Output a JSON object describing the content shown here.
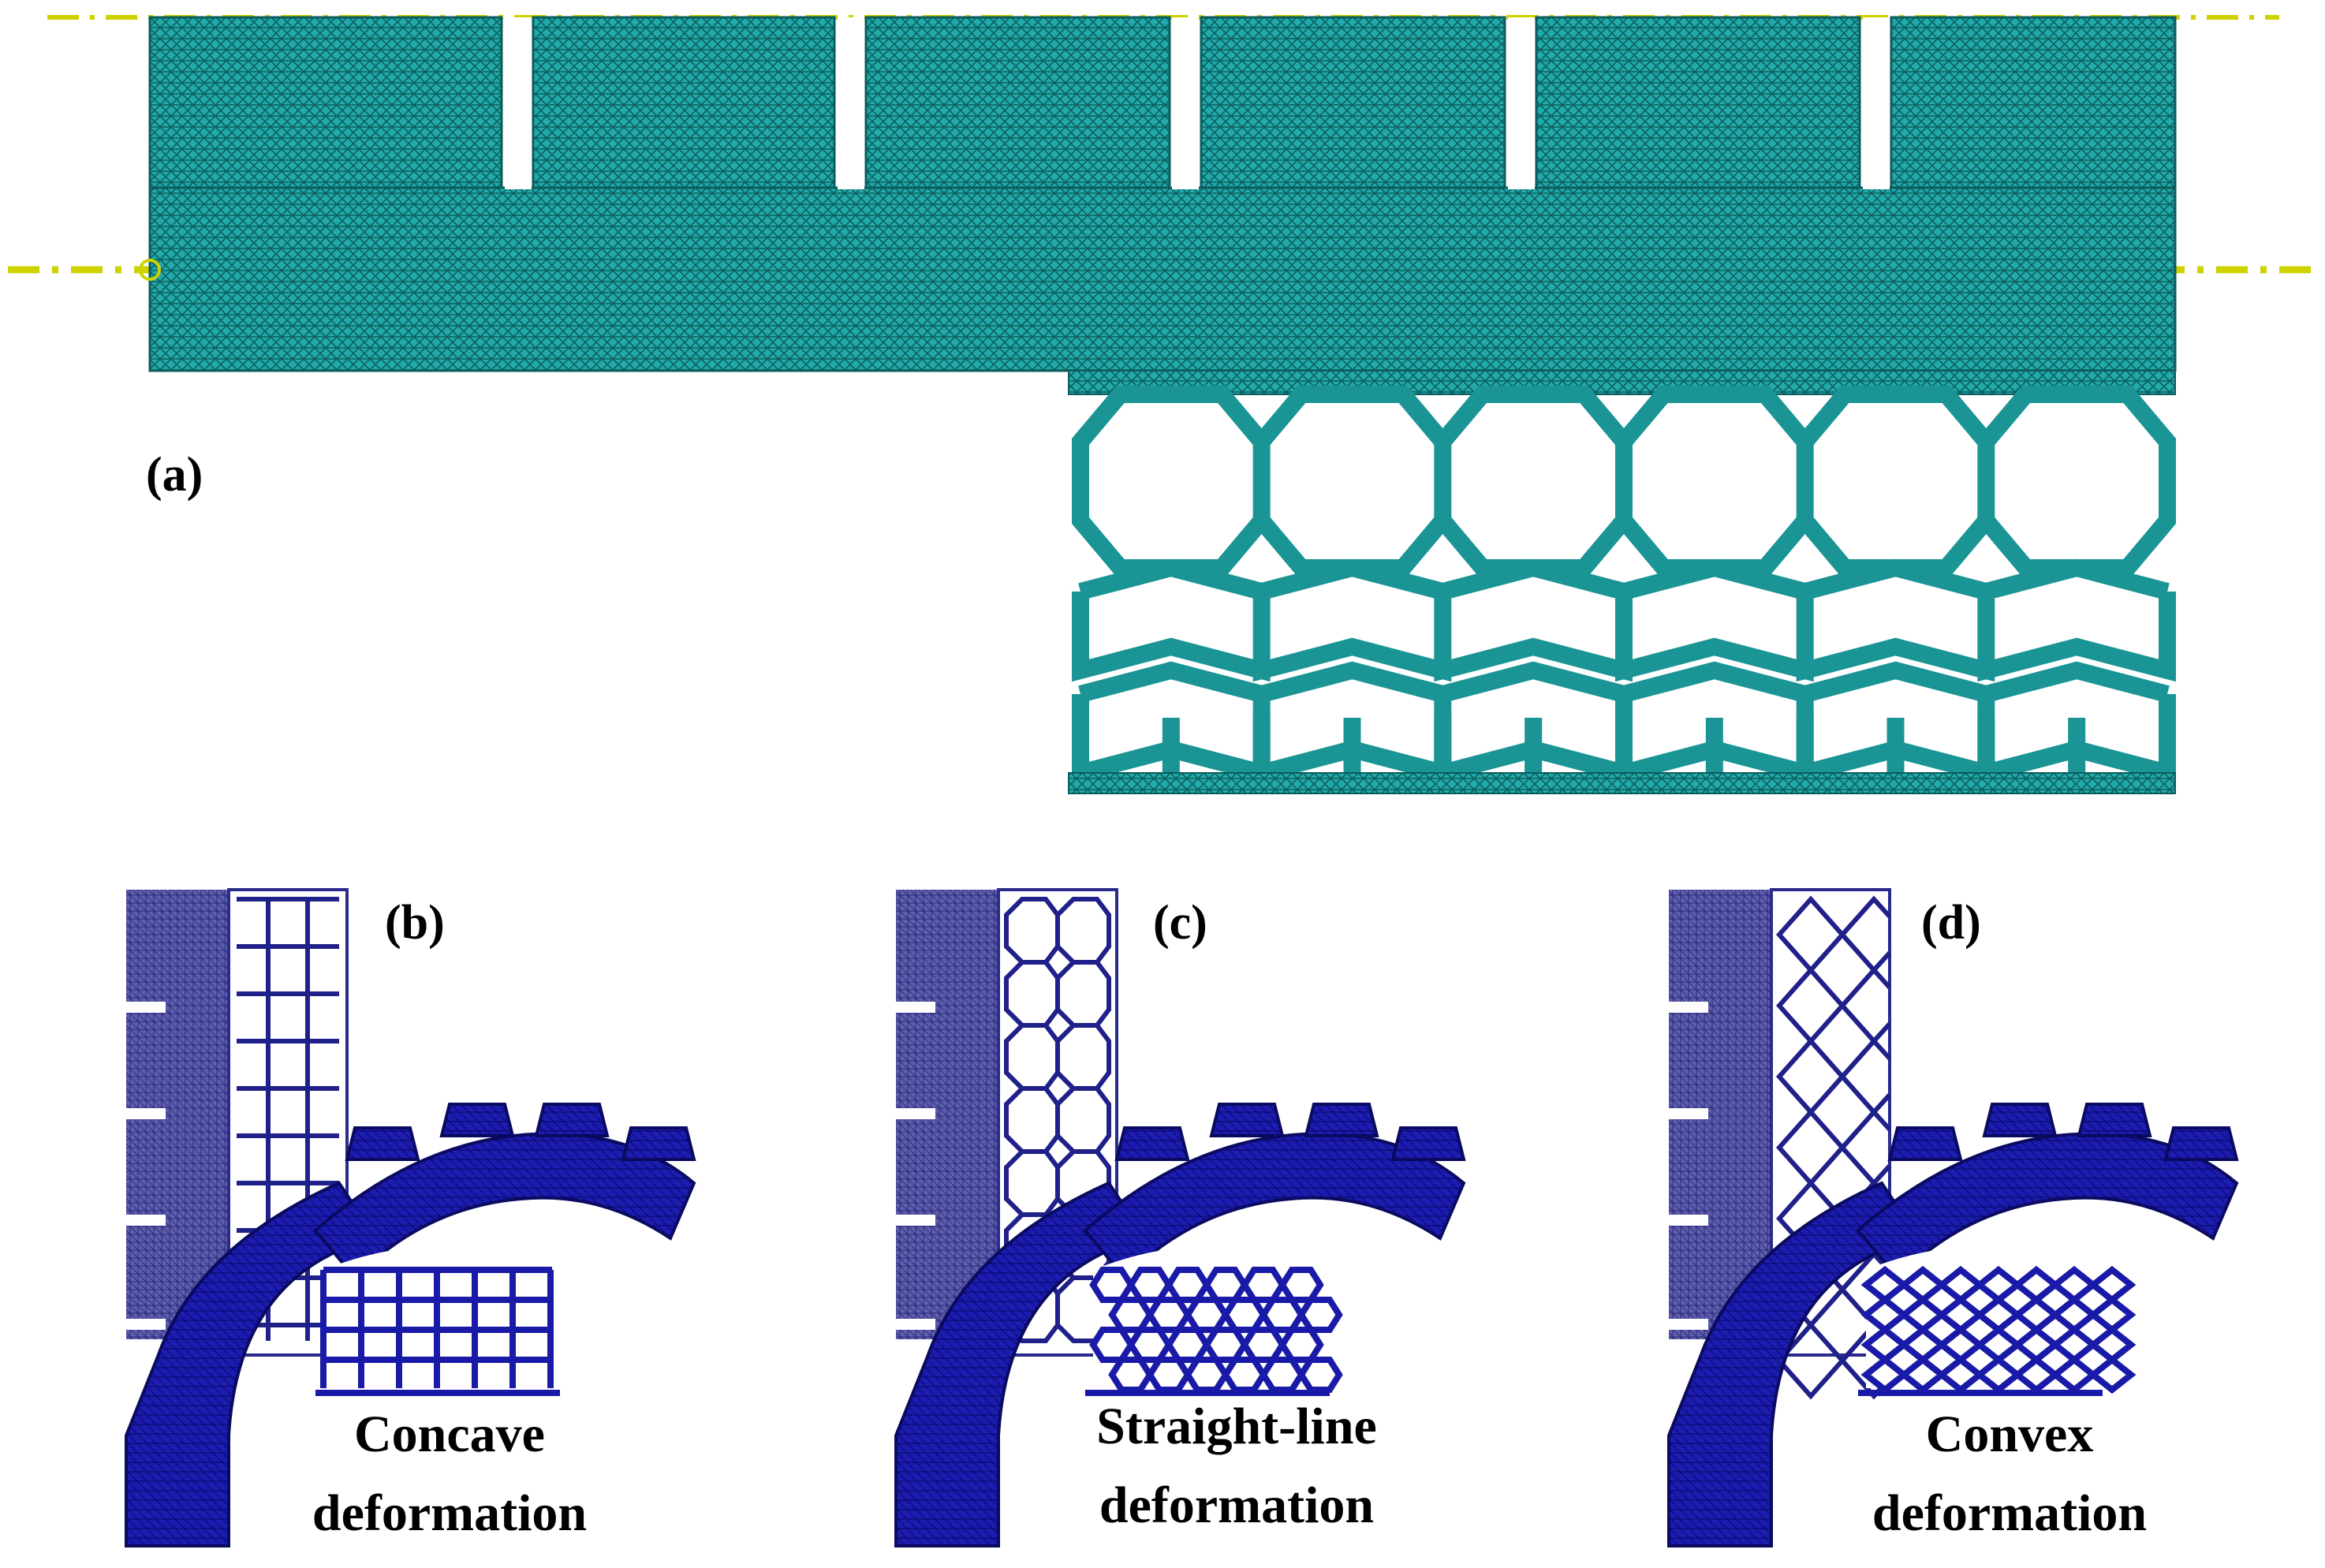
{
  "panels": {
    "a": {
      "label": "(a)"
    },
    "b": {
      "label": "(b)",
      "caption_line1": "Concave",
      "caption_line2": "deformation",
      "cell_pattern": "concave-brick"
    },
    "c": {
      "label": "(c)",
      "caption_line1": "Straight-line",
      "caption_line2": "deformation",
      "cell_pattern": "hexagon"
    },
    "d": {
      "label": "(d)",
      "caption_line1": "Convex",
      "caption_line2": "deformation",
      "cell_pattern": "diamond"
    }
  },
  "colors": {
    "mesh_cyan": "#21a8a8",
    "mesh_edge": "#0b5c5c",
    "guide_line": "#cfd200",
    "deformed_blue": "#1a1aa8",
    "deformed_dark": "#0a0a60",
    "rim_lavender": "#7b7bc0",
    "background": "#ffffff"
  }
}
